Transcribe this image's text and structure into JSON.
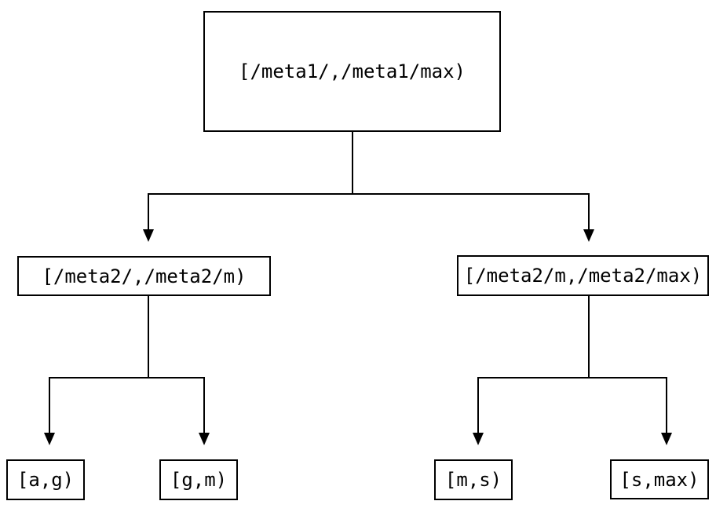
{
  "diagram": {
    "type": "binary-tree",
    "background_color": "#ffffff",
    "line_color": "#000000",
    "node_border_color": "#000000",
    "node_fill_color": "#ffffff",
    "text_color": "#000000",
    "arrowhead": "filled-triangle-down",
    "nodes": {
      "root": {
        "label": "[/meta1/,/meta1/max)"
      },
      "mid_left": {
        "label": "[/meta2/,/meta2/m)"
      },
      "mid_right": {
        "label": "[/meta2/m,/meta2/max)"
      },
      "leaf_ag": {
        "label": "[a,g)"
      },
      "leaf_gm": {
        "label": "[g,m)"
      },
      "leaf_ms": {
        "label": "[m,s)"
      },
      "leaf_smax": {
        "label": "[s,max)"
      }
    },
    "edges": [
      {
        "from": "root",
        "to": "mid_left"
      },
      {
        "from": "root",
        "to": "mid_right"
      },
      {
        "from": "mid_left",
        "to": "leaf_ag"
      },
      {
        "from": "mid_left",
        "to": "leaf_gm"
      },
      {
        "from": "mid_right",
        "to": "leaf_ms"
      },
      {
        "from": "mid_right",
        "to": "leaf_smax"
      }
    ]
  }
}
